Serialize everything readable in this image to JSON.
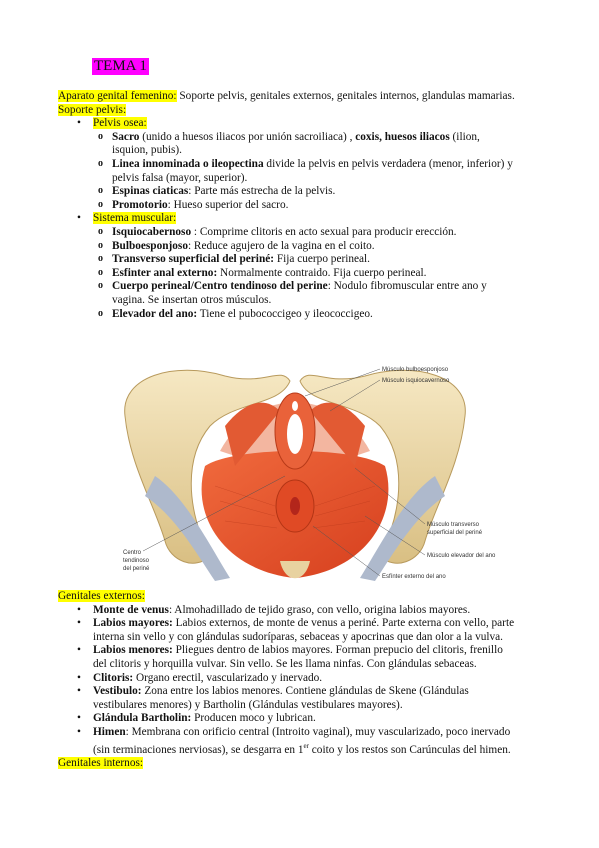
{
  "title": "TEMA 1",
  "intro": {
    "label": "Aparato genital femenino:",
    "text": " Soporte pelvis, genitales externos, genitales internos, glandulas mamarias."
  },
  "soporte": {
    "heading": "Soporte pelvis:",
    "pelvis": {
      "label": "Pelvis osea:",
      "items": [
        {
          "b": "Sacro",
          "t": " (unido a huesos iliacos por unión sacroiliaca) , ",
          "b2": "coxis, huesos iliacos",
          "t2": " (ilion, isquion, pubis)."
        },
        {
          "b": "Linea innominada o ileopectina",
          "t": " divide la pelvis en pelvis verdadera (menor, inferior) y pelvis falsa (mayor, superior)."
        },
        {
          "b": "Espinas ciaticas",
          "t": ": Parte más estrecha de la pelvis."
        },
        {
          "b": "Promotorio",
          "t": ": Hueso superior del sacro."
        }
      ]
    },
    "muscular": {
      "label": "Sistema muscular:",
      "items": [
        {
          "b": "Isquiocabernoso",
          "t": " : Comprime clitoris en acto sexual para producir erección."
        },
        {
          "b": "Bulboesponjoso",
          "t": ": Reduce agujero de la vagina en el coito."
        },
        {
          "b": "Transverso superficial del periné:",
          "t": " Fija cuerpo perineal."
        },
        {
          "b": "Esfinter anal externo:",
          "t": " Normalmente contraido. Fija cuerpo perineal."
        },
        {
          "b": "Cuerpo perineal/Centro tendinoso del perine",
          "t": ": Nodulo fibromuscular entre ano y vagina. Se insertan otros músculos."
        },
        {
          "b": "Elevador del ano:",
          "t": " Tiene el pubococcigeo y ileococcigeo."
        }
      ]
    }
  },
  "figure": {
    "labels": {
      "bulbo": "Músculo bulboesponjoso",
      "isquio": "Músculo isquiocavernoso",
      "transverso_1": "Músculo transverso",
      "transverso_2": "superficial del periné",
      "elevador": "Músculo elevador del ano",
      "esfinter": "Esfínter externo del ano",
      "centro_1": "Centro",
      "centro_2": "tendinoso",
      "centro_3": "del periné"
    }
  },
  "externos": {
    "heading": "Genitales externos:",
    "items": [
      {
        "b": "Monte de venus",
        "t": ": Almohadillado de tejido graso, con vello, origina labios mayores."
      },
      {
        "b": "Labios mayores:",
        "t": " Labios externos, de monte de venus a periné. Parte externa con vello, parte interna sin vello y con glándulas sudoríparas, sebaceas y apocrinas que dan olor a la vulva."
      },
      {
        "b": "Labios menores:",
        "t": " Pliegues dentro de labios mayores. Forman prepucio del clitoris, frenillo del clitoris y horquilla vulvar. Sin vello. Se les llama ninfas. Con glándulas sebaceas."
      },
      {
        "b": "Clitoris:",
        "t": " Organo erectil, vascularizado y inervado."
      },
      {
        "b": "Vestibulo:",
        "t": " Zona entre los labios menores. Contiene glándulas de Skene (Glándulas vestibulares menores) y Bartholin (Glándulas vestibulares mayores)."
      },
      {
        "b": "Glándula Bartholin:",
        "t": " Producen moco y lubrican."
      },
      {
        "b": "Himen",
        "t": ": Membrana con orificio central (Introito vaginal), muy vascularizado, poco inervado (sin terminaciones nerviosas), se desgarra en 1",
        "sup": "er",
        "t2": " coito y los restos son Carúnculas del himen."
      }
    ]
  },
  "internos": {
    "heading": "Genitales internos:"
  },
  "colors": {
    "title_highlight": "#ff00ff",
    "heading_highlight": "#ffff00",
    "muscle": "#e8552d",
    "bone": "#efdba7"
  }
}
